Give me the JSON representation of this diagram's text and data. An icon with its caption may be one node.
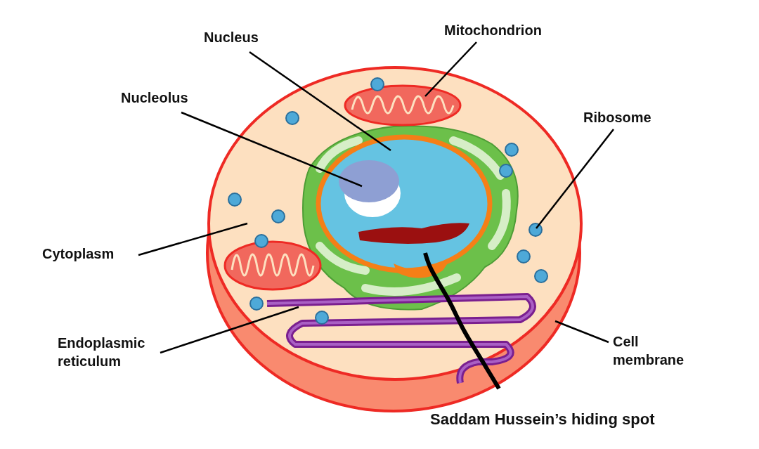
{
  "diagram": {
    "nodes": [
      {
        "text": [
          "Nucleus"
        ]
      },
      {
        "text": [
          "Mitochondrion"
        ]
      },
      {
        "text": [
          "Nucleolus"
        ]
      },
      {
        "text": [
          "Ribosome"
        ]
      },
      {
        "text": [
          "Cytoplasm"
        ]
      },
      {
        "text": [
          "Endoplasmic reticulum"
        ]
      },
      {
        "text": [
          "Cell membrane"
        ]
      },
      {
        "text": [
          "Saddam Hussein’s hiding spot"
        ]
      }
    ],
    "edges": [
      {
        "from": 0,
        "to": null,
        "arrow": "none"
      },
      {
        "from": 1,
        "to": null,
        "arrow": "none"
      },
      {
        "from": 2,
        "to": null,
        "arrow": "none"
      },
      {
        "from": 3,
        "to": null,
        "arrow": "none"
      },
      {
        "from": 4,
        "to": null,
        "arrow": "none"
      },
      {
        "from": 5,
        "to": null,
        "arrow": "none"
      },
      {
        "from": 6,
        "to": null,
        "arrow": "none"
      },
      {
        "from": 7,
        "to": null,
        "arrow": "none",
        "style": "thick"
      }
    ]
  }
}
